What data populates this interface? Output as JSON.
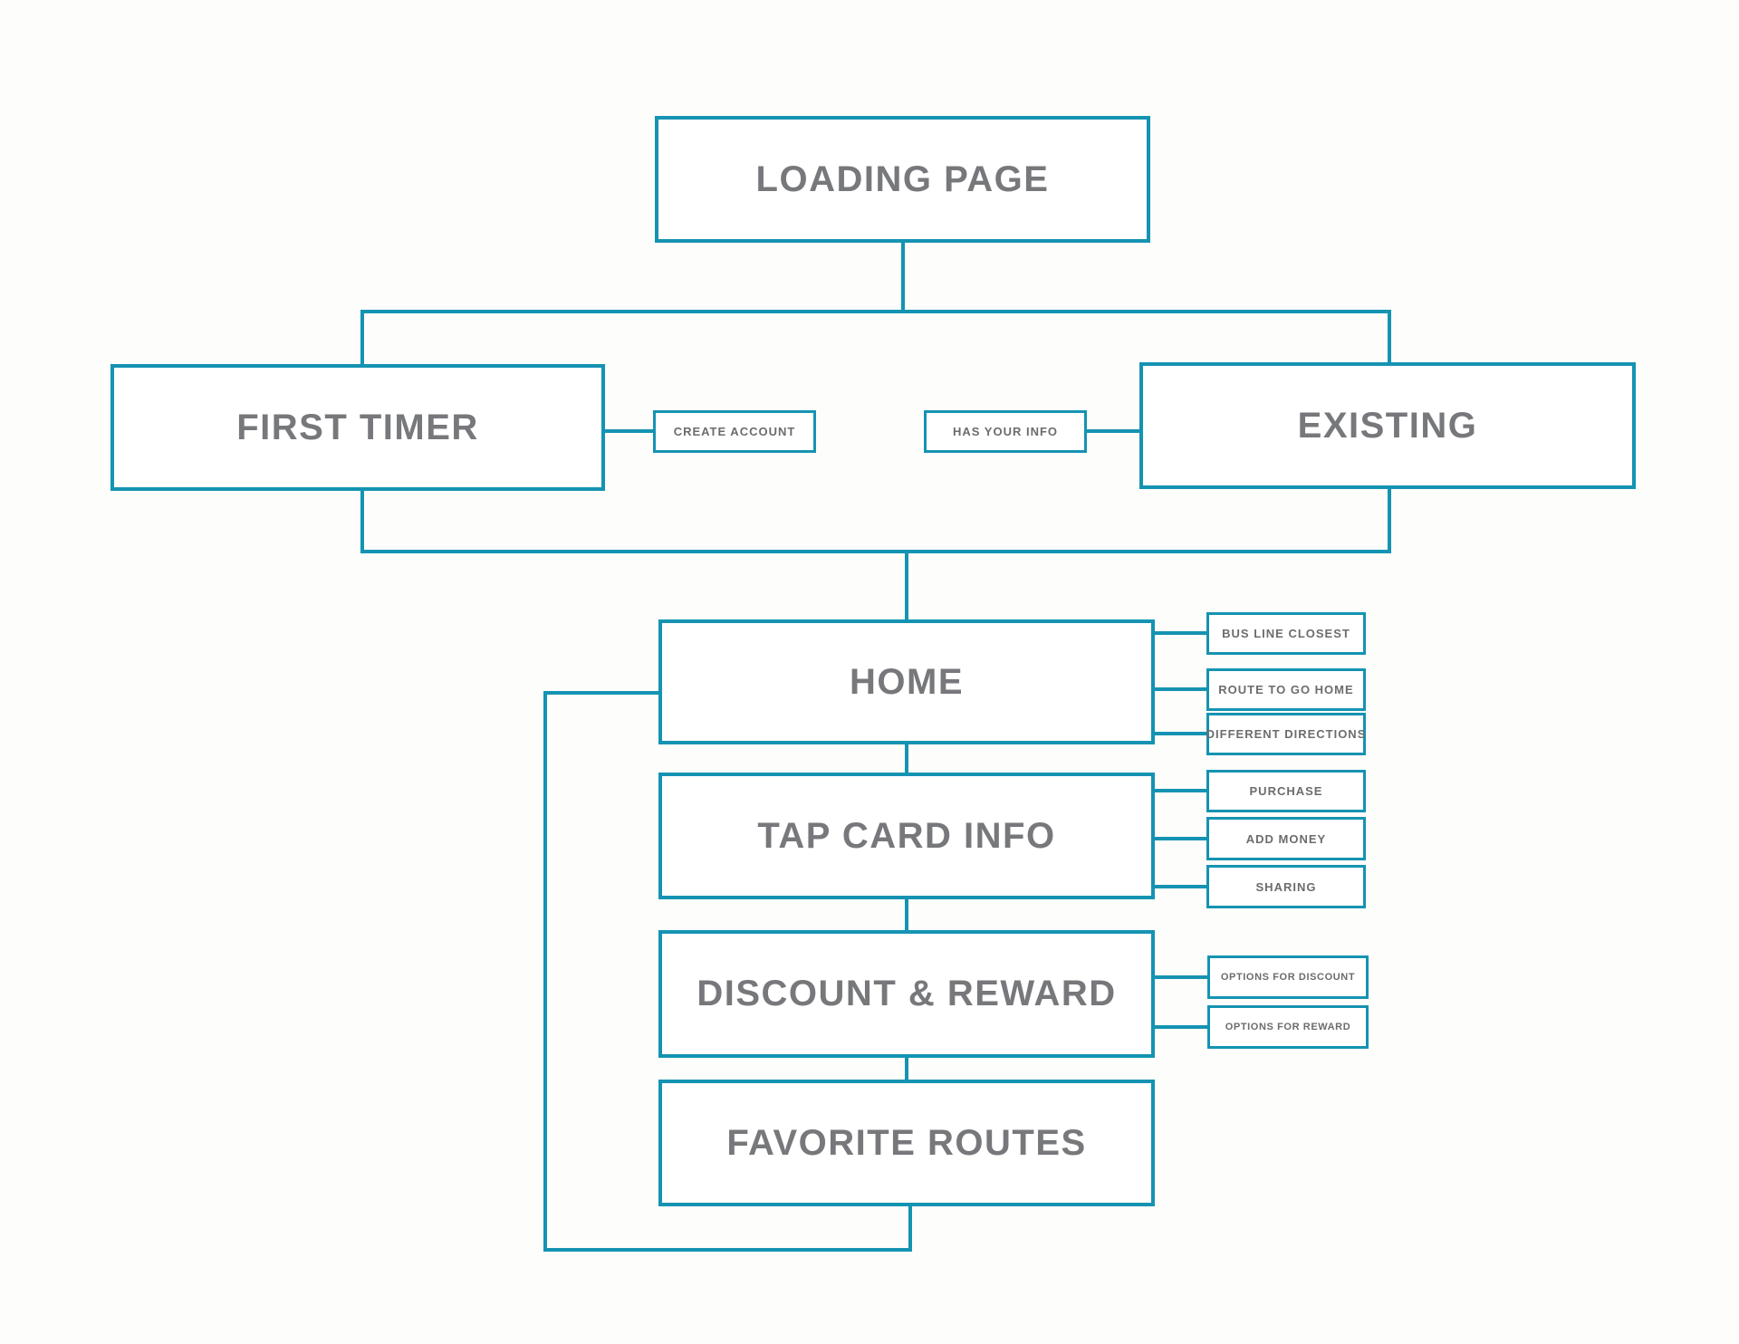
{
  "diagram": {
    "title": "App flow diagram",
    "colors": {
      "accent": "#1593b2",
      "big_label_text": "#77787b",
      "small_label_text": "#6b6c6e",
      "background": "#fdfdfb"
    },
    "nodes": {
      "loading": {
        "label": "LOADING PAGE"
      },
      "first_timer": {
        "label": "FIRST TIMER"
      },
      "create_account": {
        "label": "CREATE ACCOUNT"
      },
      "has_your_info": {
        "label": "HAS YOUR INFO"
      },
      "existing": {
        "label": "EXISTING"
      },
      "home": {
        "label": "HOME"
      },
      "bus_line_closest": {
        "label": "BUS LINE CLOSEST"
      },
      "route_to_go_home": {
        "label": "ROUTE TO GO HOME"
      },
      "different_directions": {
        "label": "DIFFERENT DIRECTIONS"
      },
      "tap_card_info": {
        "label": "TAP CARD INFO"
      },
      "purchase": {
        "label": "PURCHASE"
      },
      "add_money": {
        "label": "ADD MONEY"
      },
      "sharing": {
        "label": "SHARING"
      },
      "discount_reward": {
        "label": "DISCOUNT & REWARD"
      },
      "options_for_discount": {
        "label": "OPTIONS FOR DISCOUNT"
      },
      "options_for_reward": {
        "label": "OPTIONS FOR REWARD"
      },
      "favorite_routes": {
        "label": "FAVORITE ROUTES"
      }
    },
    "edges": [
      {
        "from": "loading",
        "to": "first_timer"
      },
      {
        "from": "loading",
        "to": "existing"
      },
      {
        "from": "first_timer",
        "to": "create_account"
      },
      {
        "from": "has_your_info",
        "to": "existing"
      },
      {
        "from": "first_timer",
        "to": "home"
      },
      {
        "from": "existing",
        "to": "home"
      },
      {
        "from": "home",
        "to": "bus_line_closest"
      },
      {
        "from": "home",
        "to": "route_to_go_home"
      },
      {
        "from": "home",
        "to": "different_directions"
      },
      {
        "from": "home",
        "to": "tap_card_info"
      },
      {
        "from": "tap_card_info",
        "to": "purchase"
      },
      {
        "from": "tap_card_info",
        "to": "add_money"
      },
      {
        "from": "tap_card_info",
        "to": "sharing"
      },
      {
        "from": "tap_card_info",
        "to": "discount_reward"
      },
      {
        "from": "discount_reward",
        "to": "options_for_discount"
      },
      {
        "from": "discount_reward",
        "to": "options_for_reward"
      },
      {
        "from": "discount_reward",
        "to": "favorite_routes"
      },
      {
        "from": "favorite_routes",
        "to": "home"
      }
    ]
  }
}
